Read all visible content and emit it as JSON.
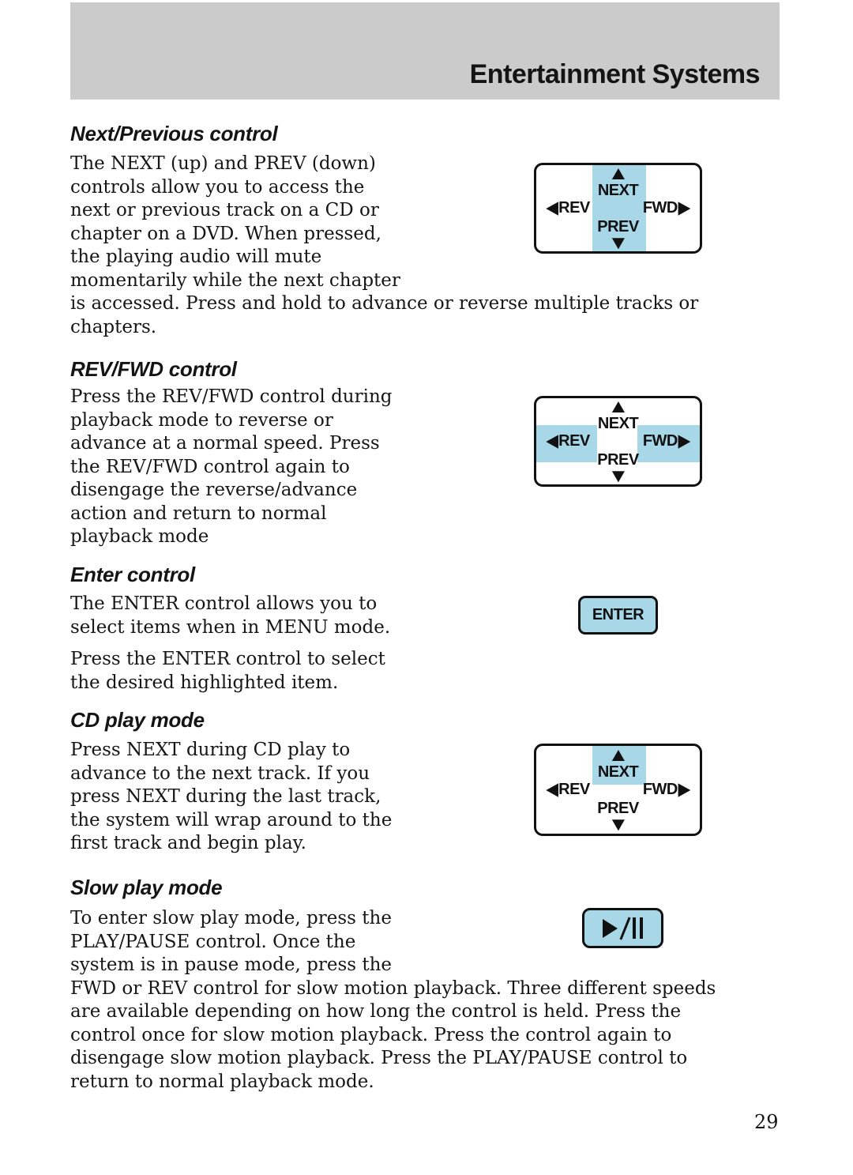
{
  "colors": {
    "highlight_blue": "#a8d7e8",
    "header_gray": "#cbcbcb",
    "ink": "#161616"
  },
  "header": {
    "title": "Entertainment Systems"
  },
  "footer": {
    "page_number": "29"
  },
  "dpad": {
    "up_arrow": "▲",
    "down_arrow": "▼",
    "left_arrow": "◀",
    "right_arrow": "▶",
    "next": "NEXT",
    "prev": "PREV",
    "rev": "REV",
    "fwd": "FWD"
  },
  "enter_button": {
    "label": "ENTER"
  },
  "sections": {
    "next_prev": {
      "heading": "Next/Previous control",
      "body": "The NEXT (up) and PREV (down)\ncontrols allow you to access the\nnext or previous track on a CD or\nchapter on a DVD. When pressed,\nthe playing audio will mute\nmomentarily while the next chapter\nis accessed. Press and hold to advance or reverse multiple tracks or\nchapters."
    },
    "rev_fwd": {
      "heading": "REV/FWD control",
      "body": "Press the REV/FWD control during\nplayback mode to reverse or\nadvance at a normal speed. Press\nthe REV/FWD control again to\ndisengage the reverse/advance\naction and return to normal\nplayback mode"
    },
    "enter": {
      "heading": "Enter control",
      "body1": "The ENTER control allows you to\nselect items when in MENU mode.",
      "body2": "Press the ENTER control to select\nthe desired highlighted item."
    },
    "cd_play": {
      "heading": "CD play mode",
      "body": "Press NEXT during CD play to\nadvance to the next track. If you\npress NEXT during the last track,\nthe system will wrap around to the\nfirst track and begin play."
    },
    "slow_play": {
      "heading": "Slow play mode",
      "body": "To enter slow play mode, press the\nPLAY/PAUSE control. Once the\nsystem is in pause mode, press the\nFWD or REV control for slow motion playback. Three different speeds\nare available depending on how long the control is held. Press the\ncontrol once for slow motion playback. Press the control again to\ndisengage slow motion playback. Press the PLAY/PAUSE control to\nreturn to normal playback mode."
    }
  }
}
